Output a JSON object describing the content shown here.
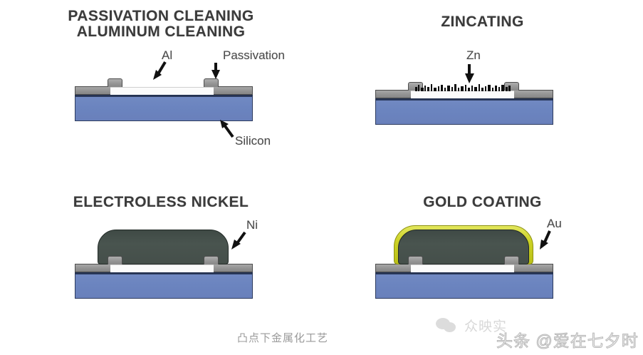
{
  "figure": {
    "caption": "凸点下金属化工艺",
    "panels": [
      {
        "id": "passivation-aluminum-cleaning",
        "title": "PASSIVATION CLEANING\nALUMINUM CLEANING",
        "callouts": [
          {
            "label": "Al",
            "target": "aluminum-layer"
          },
          {
            "label": "Passivation",
            "target": "passivation-layer"
          },
          {
            "label": "Silicon",
            "target": "silicon-substrate"
          }
        ]
      },
      {
        "id": "zincating",
        "title": "ZINCATING",
        "callouts": [
          {
            "label": "Zn",
            "target": "zinc-layer"
          }
        ]
      },
      {
        "id": "electroless-nickel",
        "title": "ELECTROLESS NICKEL",
        "callouts": [
          {
            "label": "Ni",
            "target": "nickel-dome"
          }
        ]
      },
      {
        "id": "gold-coating",
        "title": "GOLD COATING",
        "callouts": [
          {
            "label": "Au",
            "target": "gold-shell"
          }
        ]
      }
    ],
    "materials": {
      "silicon": "#6b84bf",
      "aluminum": "#fbfbfb",
      "passivation": "#939393",
      "zinc": "#0d0d0d",
      "nickel": "#454f4a",
      "gold": "#ccd225"
    }
  },
  "watermarks": {
    "wechat_text": "众映实",
    "toutiao_text": "头条 @爱在七夕时"
  }
}
